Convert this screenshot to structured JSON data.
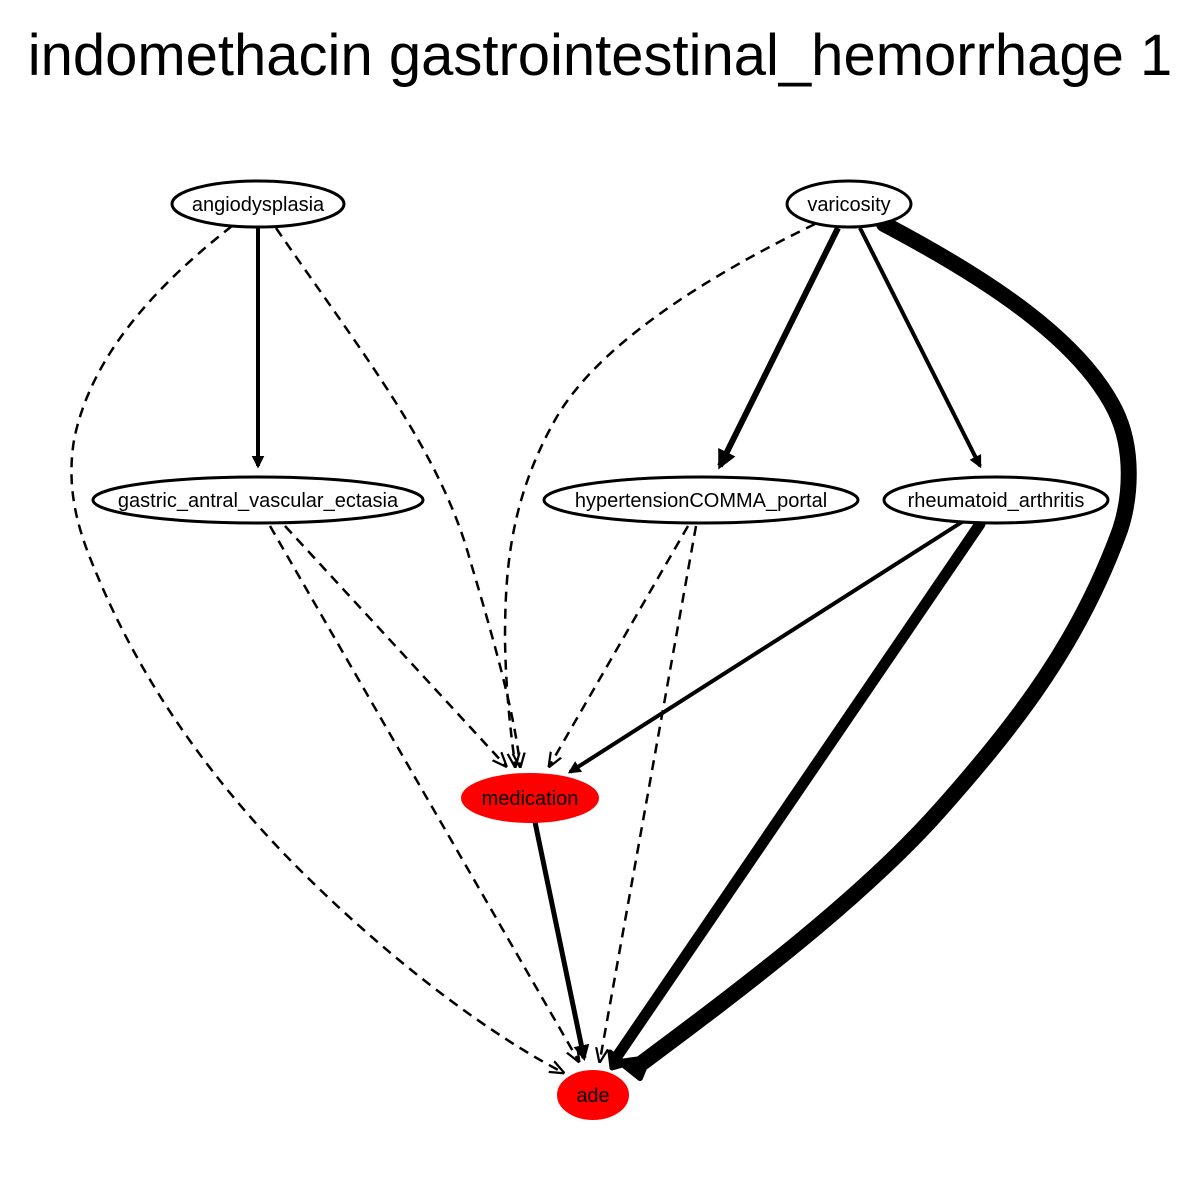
{
  "title": "indomethacin gastrointestinal_hemorrhage 1",
  "colors": {
    "highlight": "#ff0000",
    "stroke": "#000000",
    "background": "#ffffff"
  },
  "nodes": {
    "angiodysplasia": {
      "label": "angiodysplasia",
      "highlighted": false
    },
    "varicosity": {
      "label": "varicosity",
      "highlighted": false
    },
    "gave": {
      "label": "gastric_antral_vascular_ectasia",
      "highlighted": false
    },
    "hypertension": {
      "label": "hypertensionCOMMA_portal",
      "highlighted": false
    },
    "ra": {
      "label": "rheumatoid_arthritis",
      "highlighted": false
    },
    "medication": {
      "label": "medication",
      "highlighted": true
    },
    "ade": {
      "label": "ade",
      "highlighted": true
    }
  },
  "edges": [
    {
      "from": "angiodysplasia",
      "to": "gave",
      "style": "solid",
      "weight": 2
    },
    {
      "from": "angiodysplasia",
      "to": "medication",
      "style": "dashed",
      "weight": 1
    },
    {
      "from": "angiodysplasia",
      "to": "ade",
      "style": "dashed",
      "weight": 1
    },
    {
      "from": "varicosity",
      "to": "hypertension",
      "style": "solid",
      "weight": 3
    },
    {
      "from": "varicosity",
      "to": "ra",
      "style": "solid",
      "weight": 2
    },
    {
      "from": "varicosity",
      "to": "medication",
      "style": "dashed",
      "weight": 1
    },
    {
      "from": "varicosity",
      "to": "ade",
      "style": "solid",
      "weight": 6
    },
    {
      "from": "gave",
      "to": "medication",
      "style": "dashed",
      "weight": 1
    },
    {
      "from": "gave",
      "to": "ade",
      "style": "dashed",
      "weight": 1
    },
    {
      "from": "hypertension",
      "to": "medication",
      "style": "dashed",
      "weight": 1
    },
    {
      "from": "hypertension",
      "to": "ade",
      "style": "dashed",
      "weight": 1
    },
    {
      "from": "ra",
      "to": "medication",
      "style": "solid",
      "weight": 2
    },
    {
      "from": "ra",
      "to": "ade",
      "style": "solid",
      "weight": 5
    },
    {
      "from": "medication",
      "to": "ade",
      "style": "solid",
      "weight": 2
    }
  ]
}
